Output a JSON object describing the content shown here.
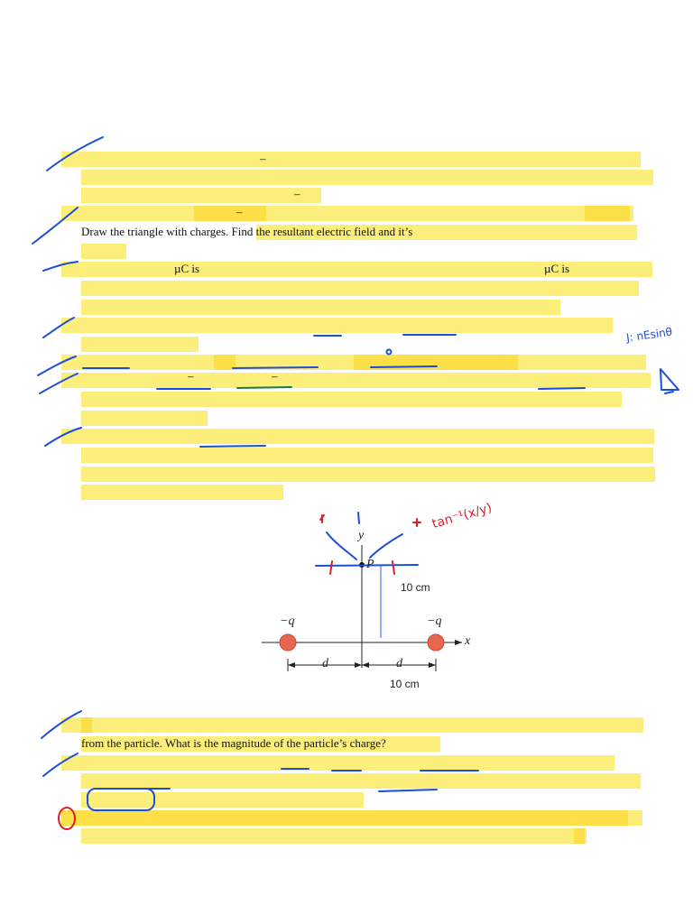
{
  "document": {
    "line_triangle": "Draw the triangle with charges. Find the resultant electric field and it’s",
    "unit_left": "µC is",
    "unit_right": "µC is",
    "line_particle": "from the particle. What is the magnitude of the particle’s charge?"
  },
  "diagram": {
    "label_y": "y",
    "label_x": "x",
    "label_p": "P",
    "charge_left": "−q",
    "charge_right": "−q",
    "dist_left": "d",
    "dist_right": "d",
    "height_note": "10 cm",
    "base_note": "10 cm"
  },
  "handwriting": {
    "formula_blue": "J: nEsinθ",
    "formula_red": "tan⁻¹(x/y)"
  },
  "colors": {
    "highlight": "#fbee7a",
    "highlight_strong": "#fde047",
    "ink_blue": "#1d4ed8",
    "ink_red": "#e11d2a",
    "ink_green": "#15803d",
    "charge_fill": "#e8664f"
  }
}
